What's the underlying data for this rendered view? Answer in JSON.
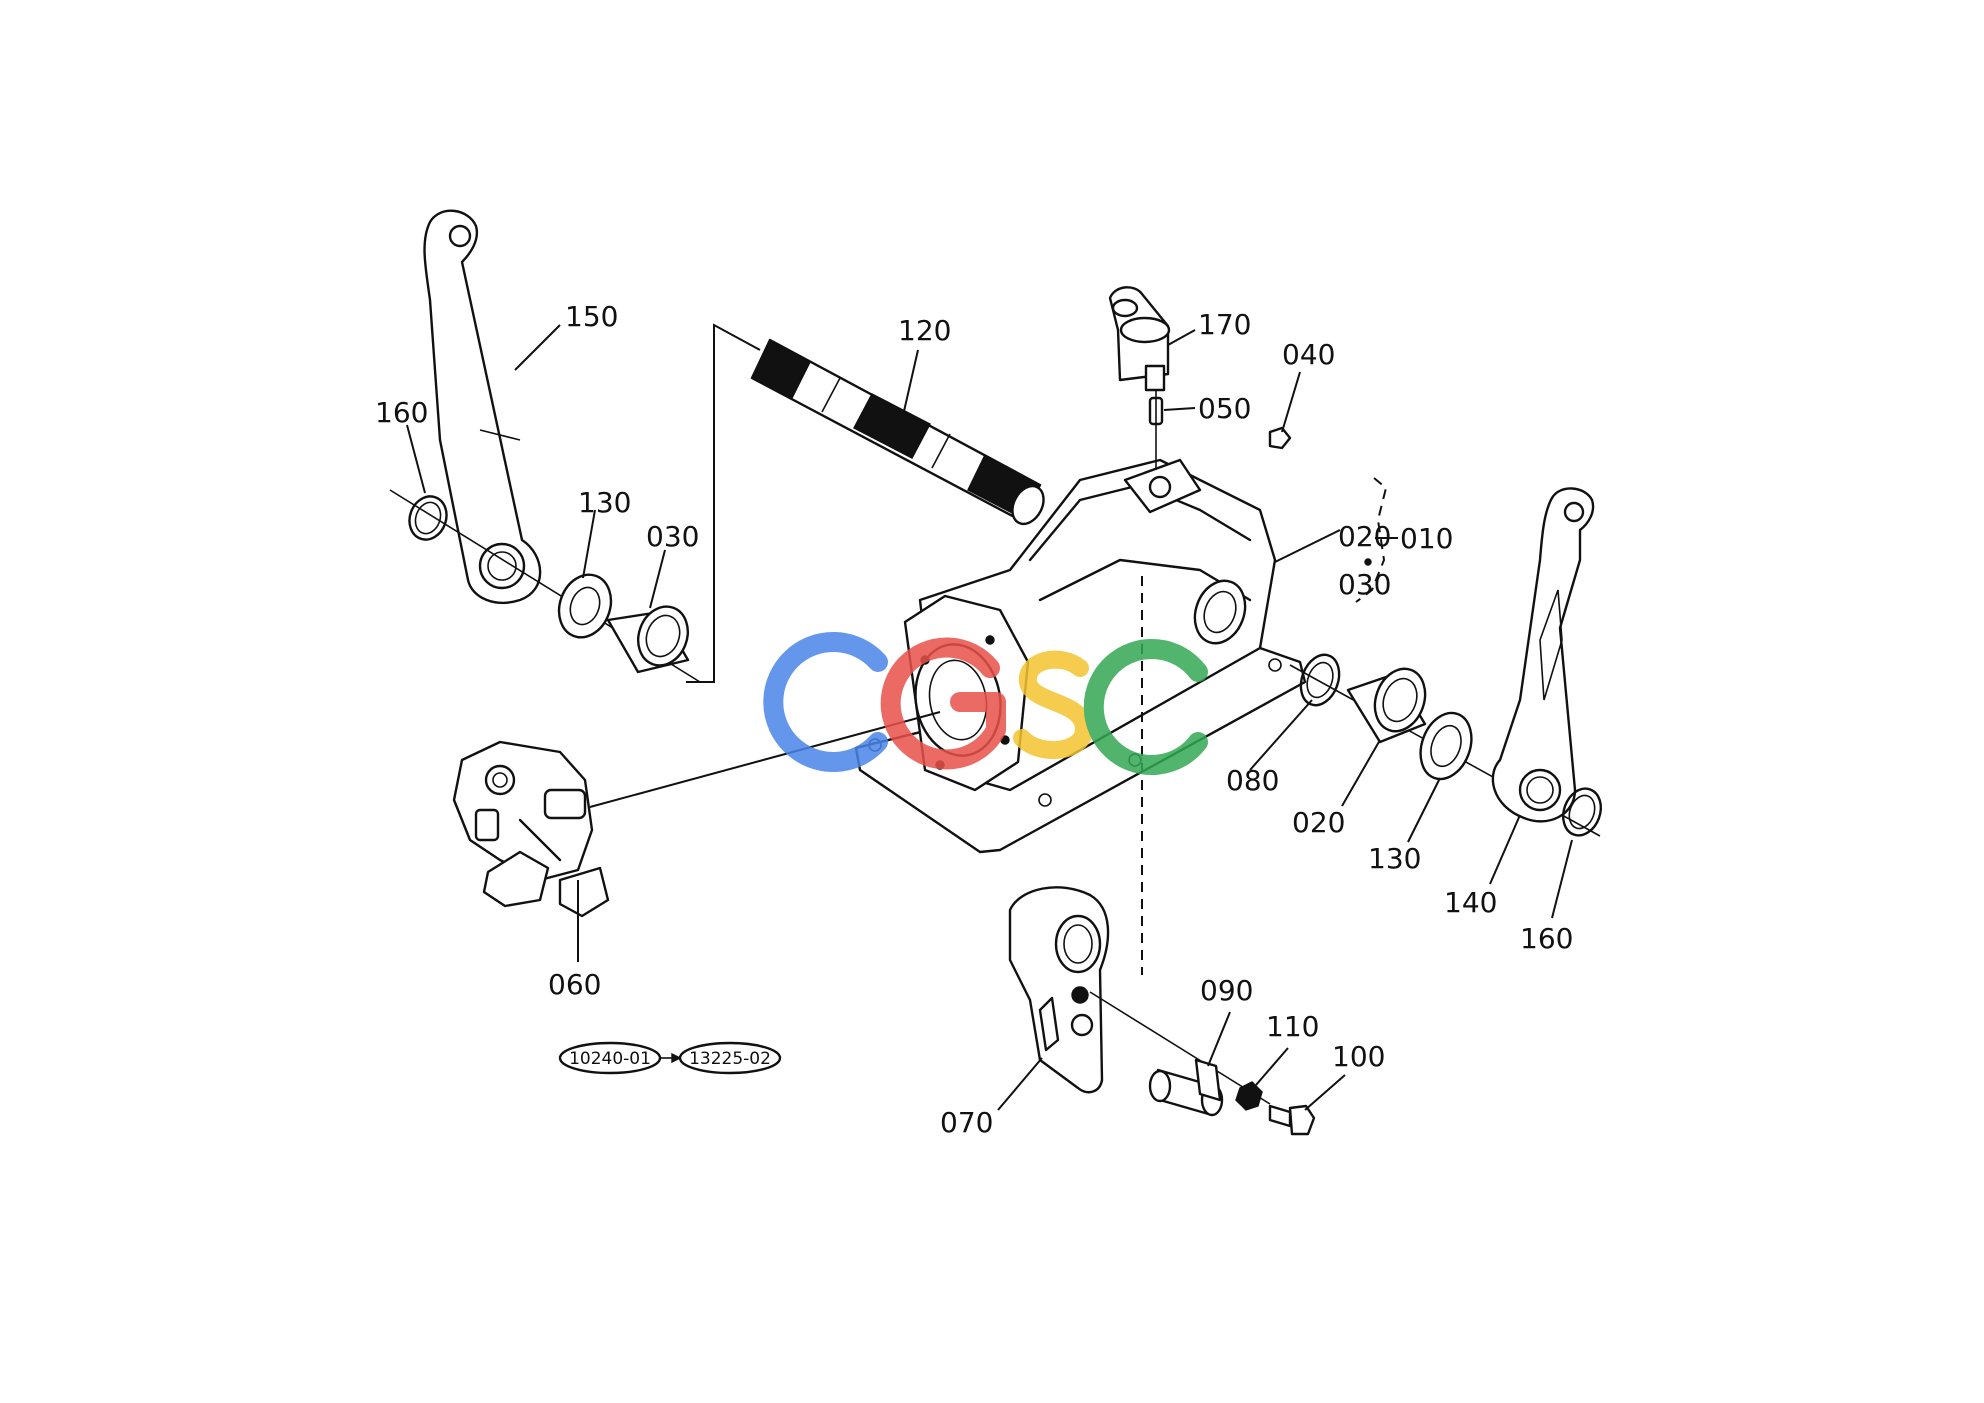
{
  "parts": {
    "p010": "010",
    "p020": "020",
    "p020b": "020",
    "p030": "030",
    "p030b": "030",
    "p040": "040",
    "p050": "050",
    "p060": "060",
    "p070": "070",
    "p080": "080",
    "p090": "090",
    "p100": "100",
    "p110": "110",
    "p120": "120",
    "p130": "130",
    "p130b": "130",
    "p140": "140",
    "p150": "150",
    "p160": "160",
    "p160b": "160",
    "p170": "170"
  },
  "serial_range": {
    "from": "10240-01",
    "to": "13225-02"
  },
  "watermark": {
    "text": "CGSC",
    "colors": [
      "#4a86e8",
      "#e8524a",
      "#f4c430",
      "#34a853"
    ]
  }
}
